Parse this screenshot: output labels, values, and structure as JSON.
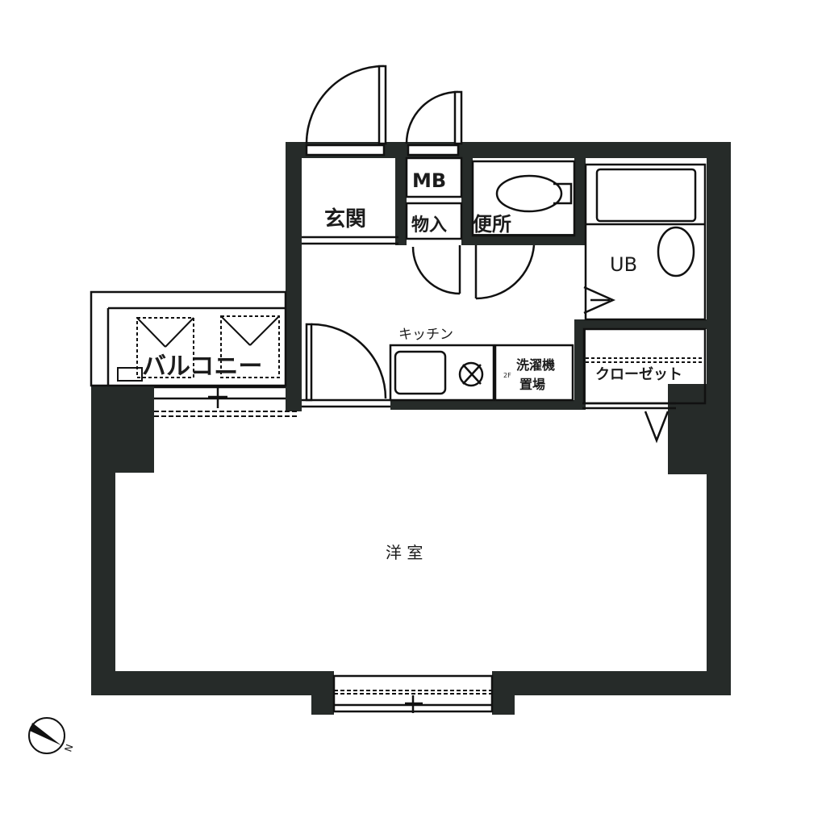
{
  "floor_plan": {
    "rooms": {
      "entrance": "玄関",
      "meter_box": "MB",
      "storage": "物入",
      "toilet": "便所",
      "unit_bath": "UB",
      "kitchen": "キッチン",
      "laundry_line1": "洗濯機",
      "laundry_line2": "置場",
      "laundry_note": "2F",
      "closet": "クローゼット",
      "balcony": "バルコニー",
      "western_room": "洋 室"
    },
    "compass": {
      "label": "N"
    },
    "colors": {
      "wall": "#262b29",
      "line": "#111111",
      "background": "#ffffff"
    }
  }
}
